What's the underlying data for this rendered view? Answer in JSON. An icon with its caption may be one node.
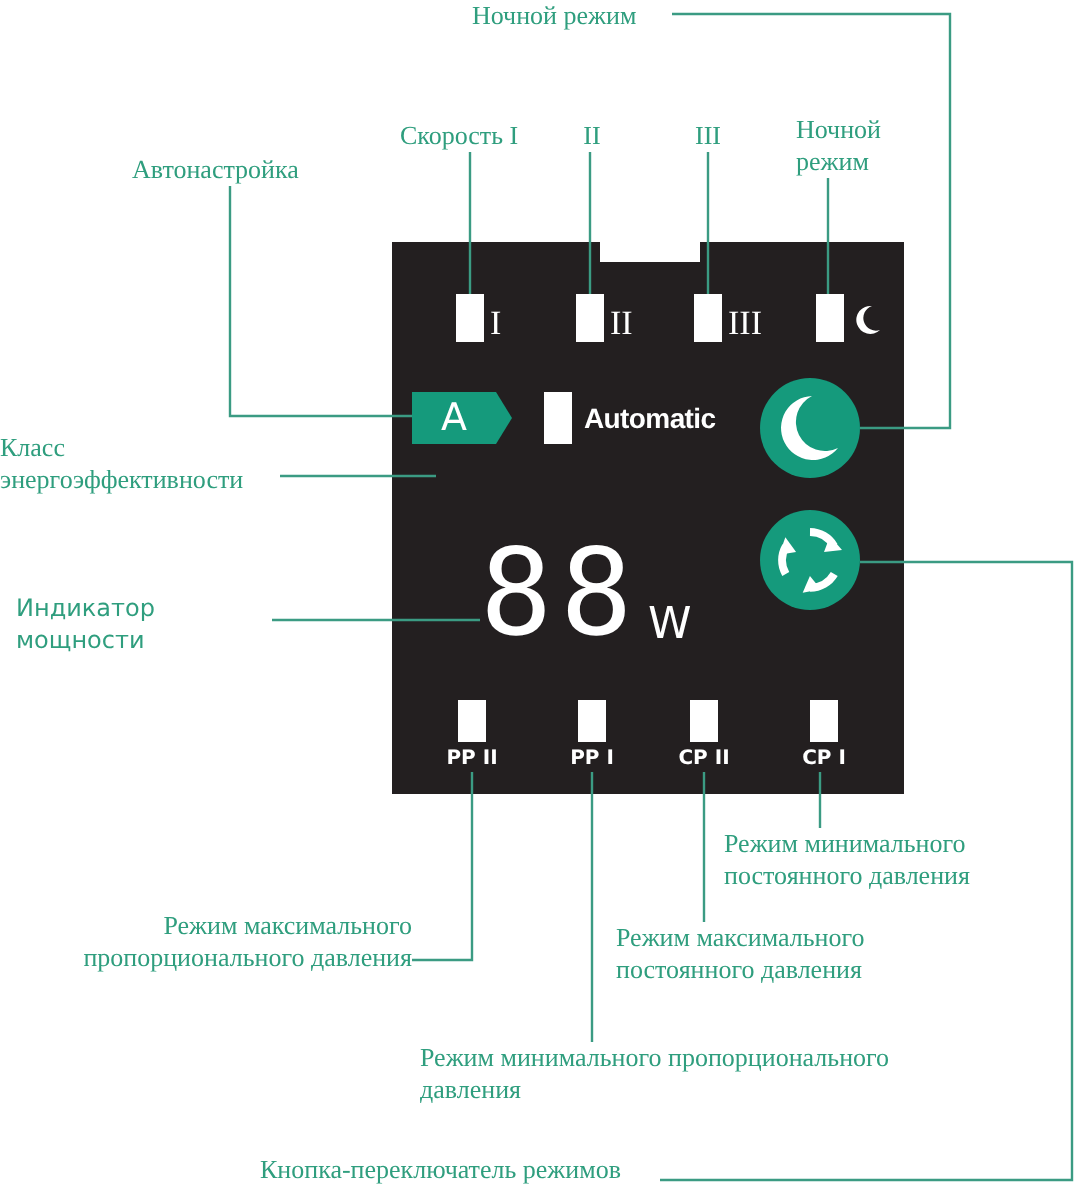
{
  "diagram": {
    "nodes": [
      {
        "text": [],
        "shape": "box"
      },
      {
        "text": [
          "Ночной режим"
        ]
      },
      {
        "text": [
          "Скорость I"
        ]
      },
      {
        "text": [
          "II"
        ]
      },
      {
        "text": [
          "III"
        ]
      },
      {
        "text": [
          "Ночной режим"
        ]
      },
      {
        "text": [
          "Автонастройка"
        ]
      },
      {
        "text": [
          "Класс энергоэффективности"
        ]
      },
      {
        "text": [
          "Индикатор мощности"
        ]
      },
      {
        "text": [
          "Режим минимального постоянного давления"
        ]
      },
      {
        "text": [
          "Режим максимального пропорционального давления"
        ]
      },
      {
        "text": [
          "Режим максимального постоянного давления"
        ]
      },
      {
        "text": [
          "Режим минимального пропорционального давления"
        ]
      },
      {
        "text": [
          "Кнопка-переключатель режимов"
        ]
      },
      {
        "text": [
          "I"
        ],
        "in": 0
      },
      {
        "text": [
          "II"
        ],
        "in": 0
      },
      {
        "text": [
          "III"
        ],
        "in": 0
      },
      {
        "text": [],
        "shape": "box",
        "in": 0
      },
      {
        "text": [
          "A"
        ],
        "in": 0
      },
      {
        "text": [],
        "shape": "circle",
        "in": 0
      },
      {
        "text": [
          "88",
          "W"
        ],
        "in": 0
      },
      {
        "text": [],
        "shape": "circle",
        "in": 0
      },
      {
        "text": [
          "PP II"
        ],
        "in": 0
      },
      {
        "text": [
          "PP I"
        ],
        "in": 0
      },
      {
        "text": [
          "CP II"
        ],
        "in": 0
      },
      {
        "text": [
          "CP I"
        ],
        "in": 0
      },
      {
        "text": [
          "Automatic"
        ],
        "in": 0
      }
    ],
    "edges": [
      {
        "from": 1,
        "to": 19,
        "arrow": "none"
      },
      {
        "from": 2,
        "to": 14,
        "arrow": "none"
      },
      {
        "from": 3,
        "to": 15,
        "arrow": "none"
      },
      {
        "from": 4,
        "to": 16,
        "arrow": "none"
      },
      {
        "from": 5,
        "to": 17,
        "arrow": "none"
      },
      {
        "from": 6,
        "to": 18,
        "arrow": "none"
      },
      {
        "from": 7,
        "to": null,
        "arrow": "none"
      },
      {
        "from": 8,
        "to": 20,
        "arrow": "none"
      },
      {
        "from": 10,
        "to": 22,
        "arrow": "none"
      },
      {
        "from": 12,
        "to": 23,
        "arrow": "none"
      },
      {
        "from": 11,
        "to": 24,
        "arrow": "none"
      },
      {
        "from": 9,
        "to": 25,
        "arrow": "none"
      },
      {
        "from": 13,
        "to": 21,
        "arrow": "none"
      }
    ]
  }
}
